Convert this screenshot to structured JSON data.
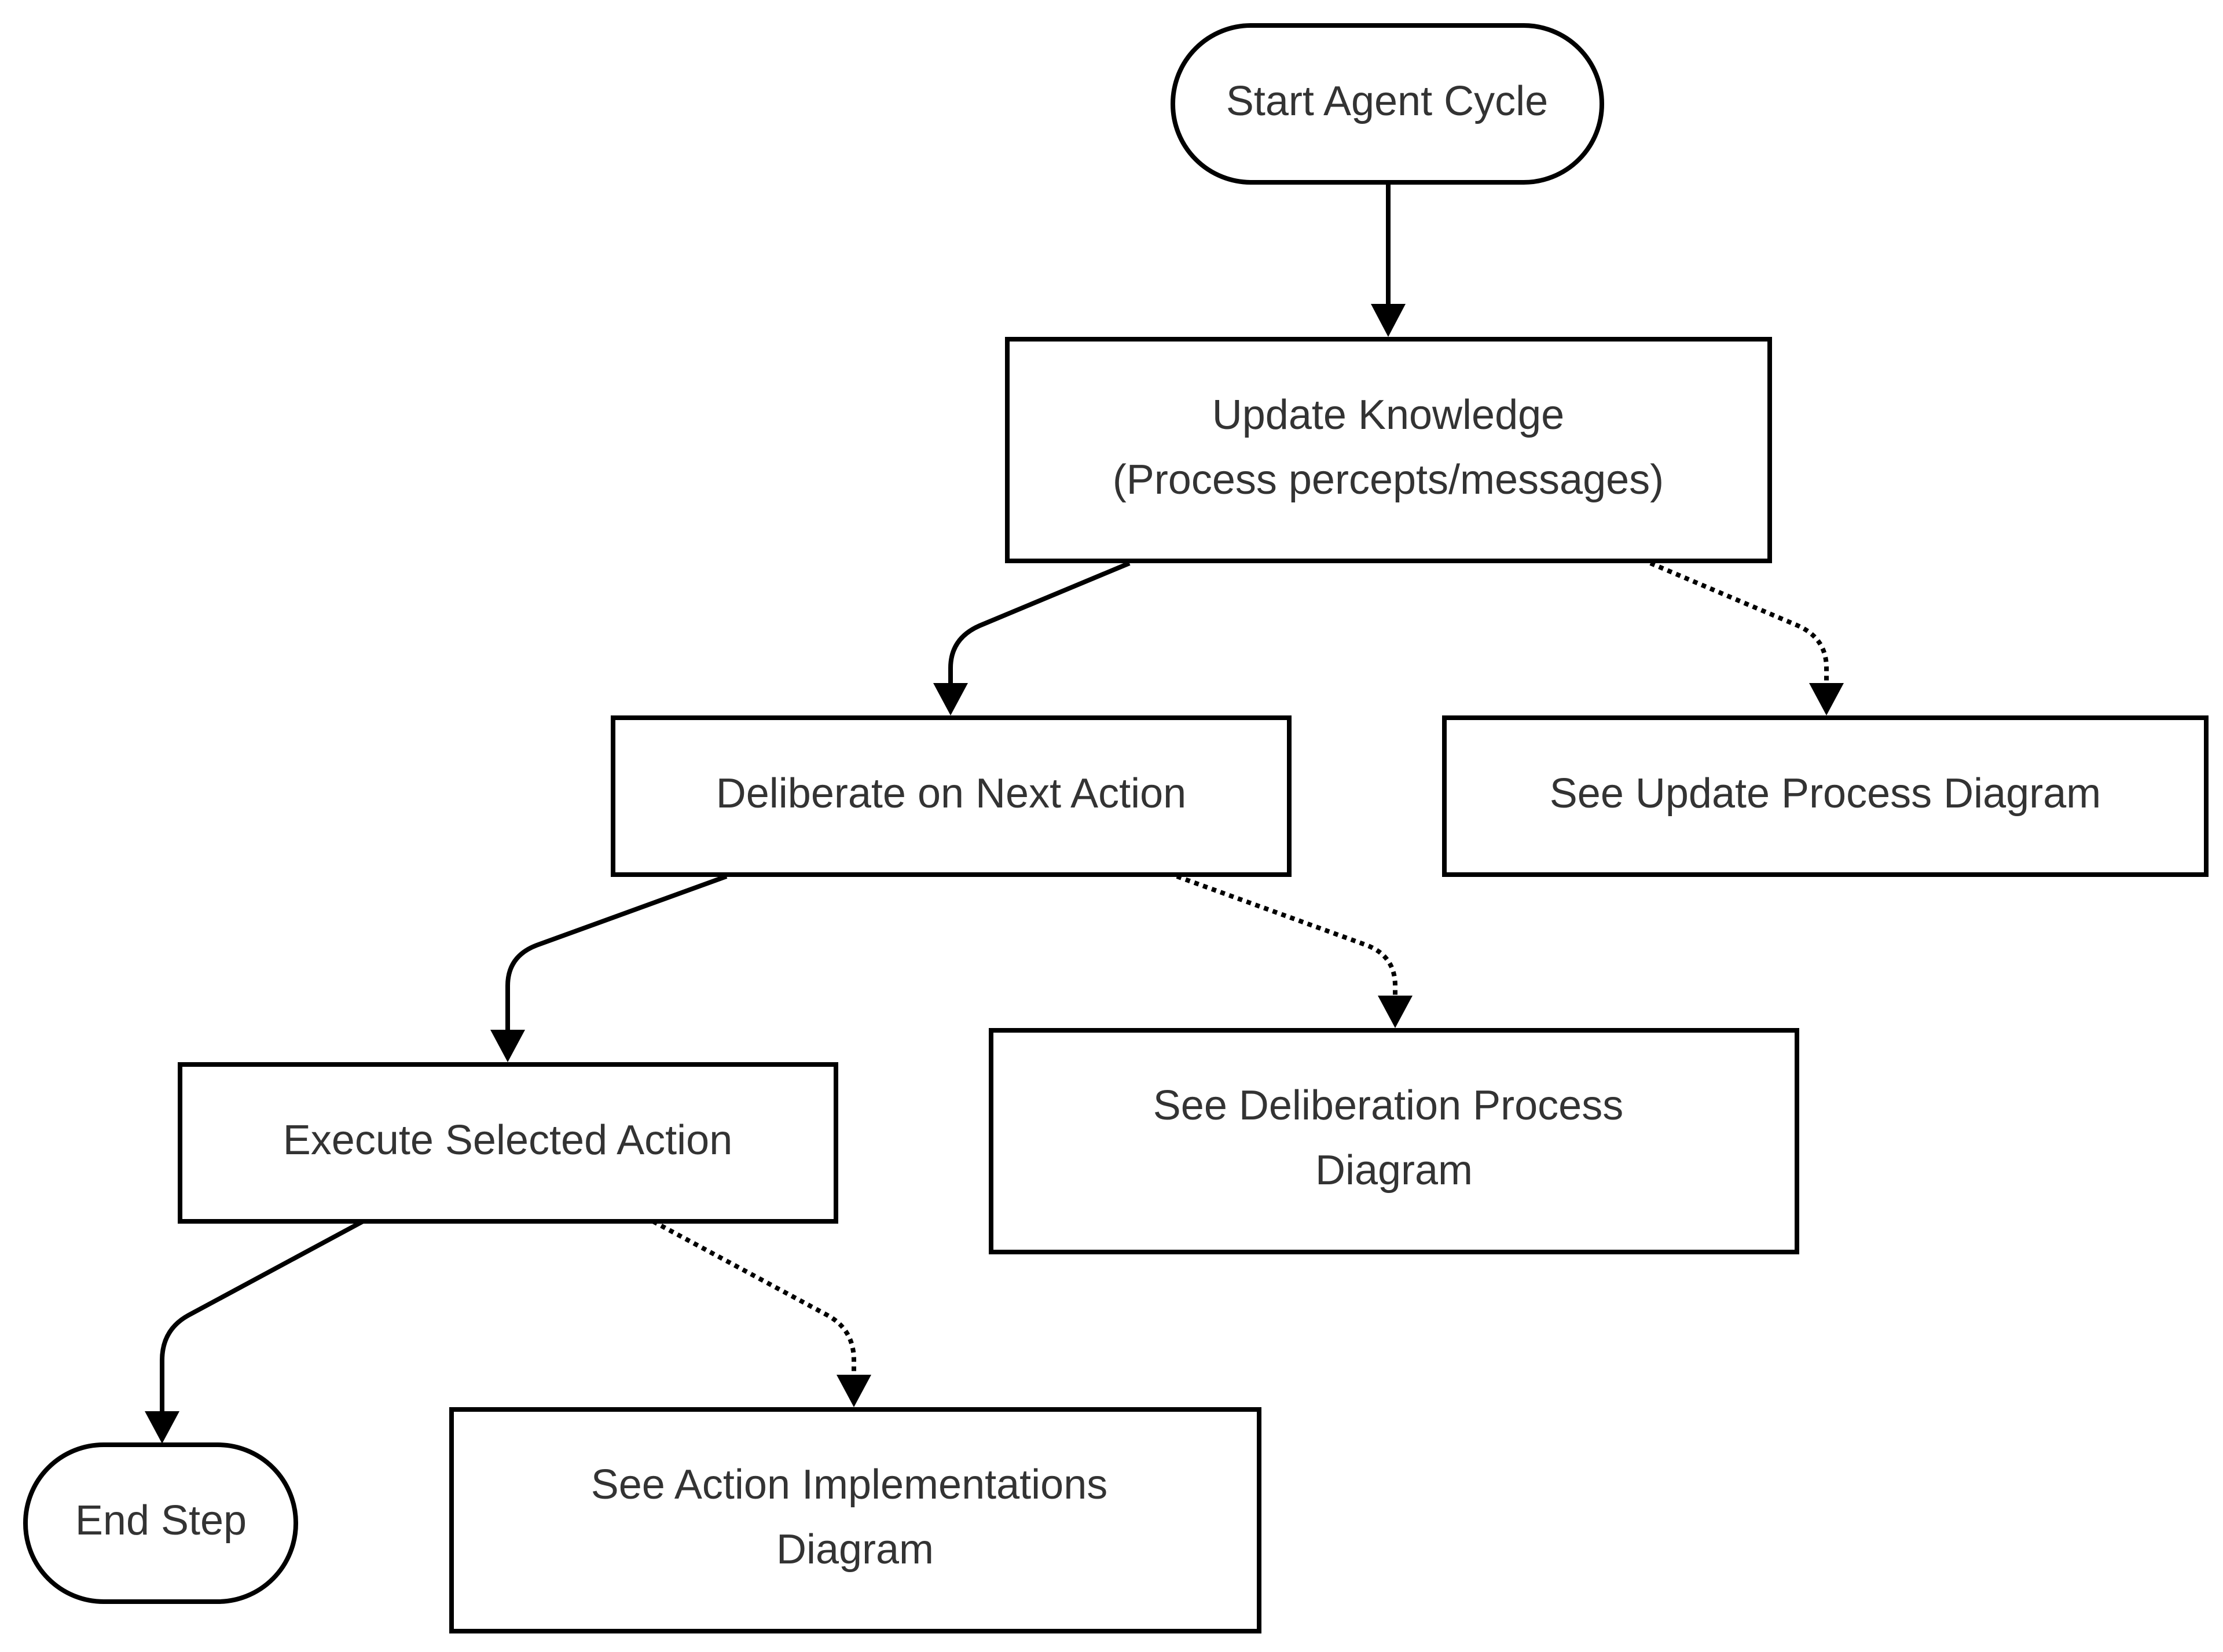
{
  "colors": {
    "stroke": "#000000",
    "fill": "#ffffff",
    "text": "#333333"
  },
  "nodes": {
    "start": {
      "shape": "terminal",
      "lines": [
        "Start Agent Cycle"
      ]
    },
    "update_knowledge": {
      "shape": "process",
      "lines": [
        "Update Knowledge",
        "(Process percepts/messages)"
      ]
    },
    "update_ref": {
      "shape": "process",
      "lines": [
        "See Update Process Diagram"
      ]
    },
    "deliberate": {
      "shape": "process",
      "lines": [
        "Deliberate on Next Action"
      ]
    },
    "deliberation_ref": {
      "shape": "process",
      "lines": [
        "See Deliberation Process",
        "Diagram"
      ]
    },
    "execute": {
      "shape": "process",
      "lines": [
        "Execute Selected Action"
      ]
    },
    "action_ref": {
      "shape": "process",
      "lines": [
        "See Action Implementations",
        "Diagram"
      ]
    },
    "end": {
      "shape": "terminal",
      "lines": [
        "End Step"
      ]
    }
  },
  "edges": [
    {
      "from": "start",
      "to": "update_knowledge",
      "style": "solid"
    },
    {
      "from": "update_knowledge",
      "to": "deliberate",
      "style": "solid"
    },
    {
      "from": "update_knowledge",
      "to": "update_ref",
      "style": "dotted"
    },
    {
      "from": "deliberate",
      "to": "execute",
      "style": "solid"
    },
    {
      "from": "deliberate",
      "to": "deliberation_ref",
      "style": "dotted"
    },
    {
      "from": "execute",
      "to": "end",
      "style": "solid"
    },
    {
      "from": "execute",
      "to": "action_ref",
      "style": "dotted"
    }
  ]
}
